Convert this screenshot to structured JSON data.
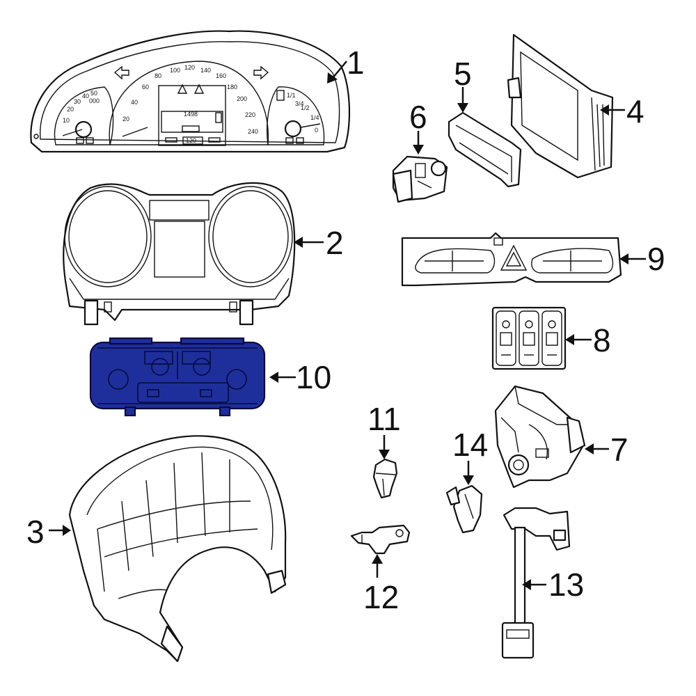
{
  "callouts": [
    "1",
    "2",
    "3",
    "4",
    "5",
    "6",
    "7",
    "8",
    "9",
    "10",
    "11",
    "12",
    "13",
    "14"
  ],
  "highlighted_part": "10",
  "cluster_labels": {
    "speed": [
      "20",
      "40",
      "60",
      "80",
      "100",
      "120",
      "140",
      "160",
      "180",
      "200",
      "220",
      "240"
    ],
    "rpm": [
      "10",
      "20",
      "30",
      "40",
      "50",
      "000"
    ],
    "fuel": [
      "1/1",
      "3/4",
      "1/2",
      "1/4",
      "0"
    ],
    "odometer": "1498",
    "trip": "120"
  },
  "colors": {
    "highlight": "#1e2f9c",
    "line": "#111111"
  }
}
